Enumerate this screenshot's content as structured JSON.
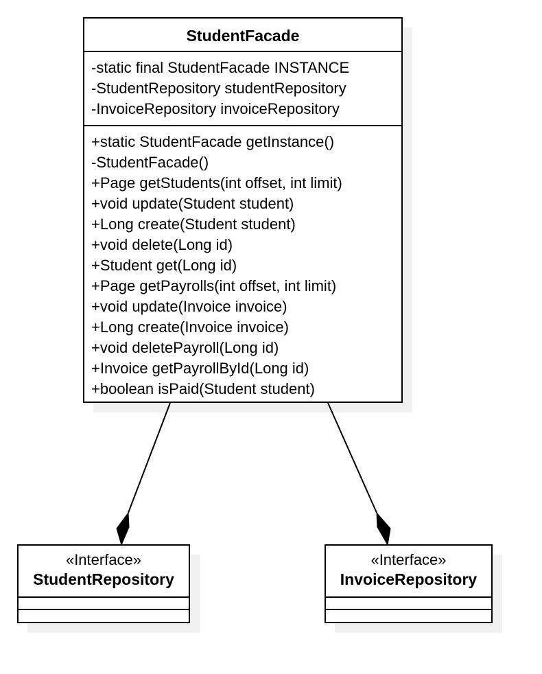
{
  "diagram": {
    "main_class": {
      "name": "StudentFacade",
      "attributes": [
        "-static final StudentFacade INSTANCE",
        "-StudentRepository studentRepository",
        "-InvoiceRepository invoiceRepository"
      ],
      "methods": [
        "+static StudentFacade getInstance()",
        "-StudentFacade()",
        "+Page getStudents(int offset, int limit)",
        "+void update(Student student)",
        "+Long create(Student student)",
        "+void delete(Long id)",
        "+Student get(Long id)",
        "+Page getPayrolls(int offset, int limit)",
        "+void update(Invoice invoice)",
        "+Long create(Invoice invoice)",
        "+void deletePayroll(Long id)",
        "+Invoice getPayrollById(Long id)",
        "+boolean isPaid(Student student)"
      ]
    },
    "interfaces": [
      {
        "stereotype": "«Interface»",
        "name": "StudentRepository"
      },
      {
        "stereotype": "«Interface»",
        "name": "InvoiceRepository"
      }
    ],
    "relations": [
      {
        "type": "composition",
        "from": "StudentFacade",
        "to": "StudentRepository"
      },
      {
        "type": "composition",
        "from": "StudentFacade",
        "to": "InvoiceRepository"
      }
    ],
    "colors": {
      "stroke": "#000000",
      "fill": "#ffffff",
      "shadow": "#f0f0f0"
    }
  }
}
